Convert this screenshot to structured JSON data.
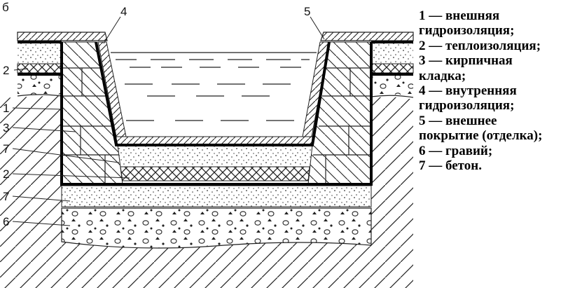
{
  "figure_label": "б",
  "callouts": {
    "top_left": "4",
    "top_right": "5",
    "left": [
      "2",
      "1",
      "3",
      "7",
      "2",
      "7",
      "6"
    ]
  },
  "legend": [
    "1 — внешняя",
    "гидроизоляция;",
    "2 — теплоизоляция;",
    "3 — кирпичная",
    "кладка;",
    "4 — внутренняя",
    "гидроизоляция;",
    "5 — внешнее",
    "покрытие (отделка);",
    "6 — гравий;",
    "7 — бетон."
  ]
}
